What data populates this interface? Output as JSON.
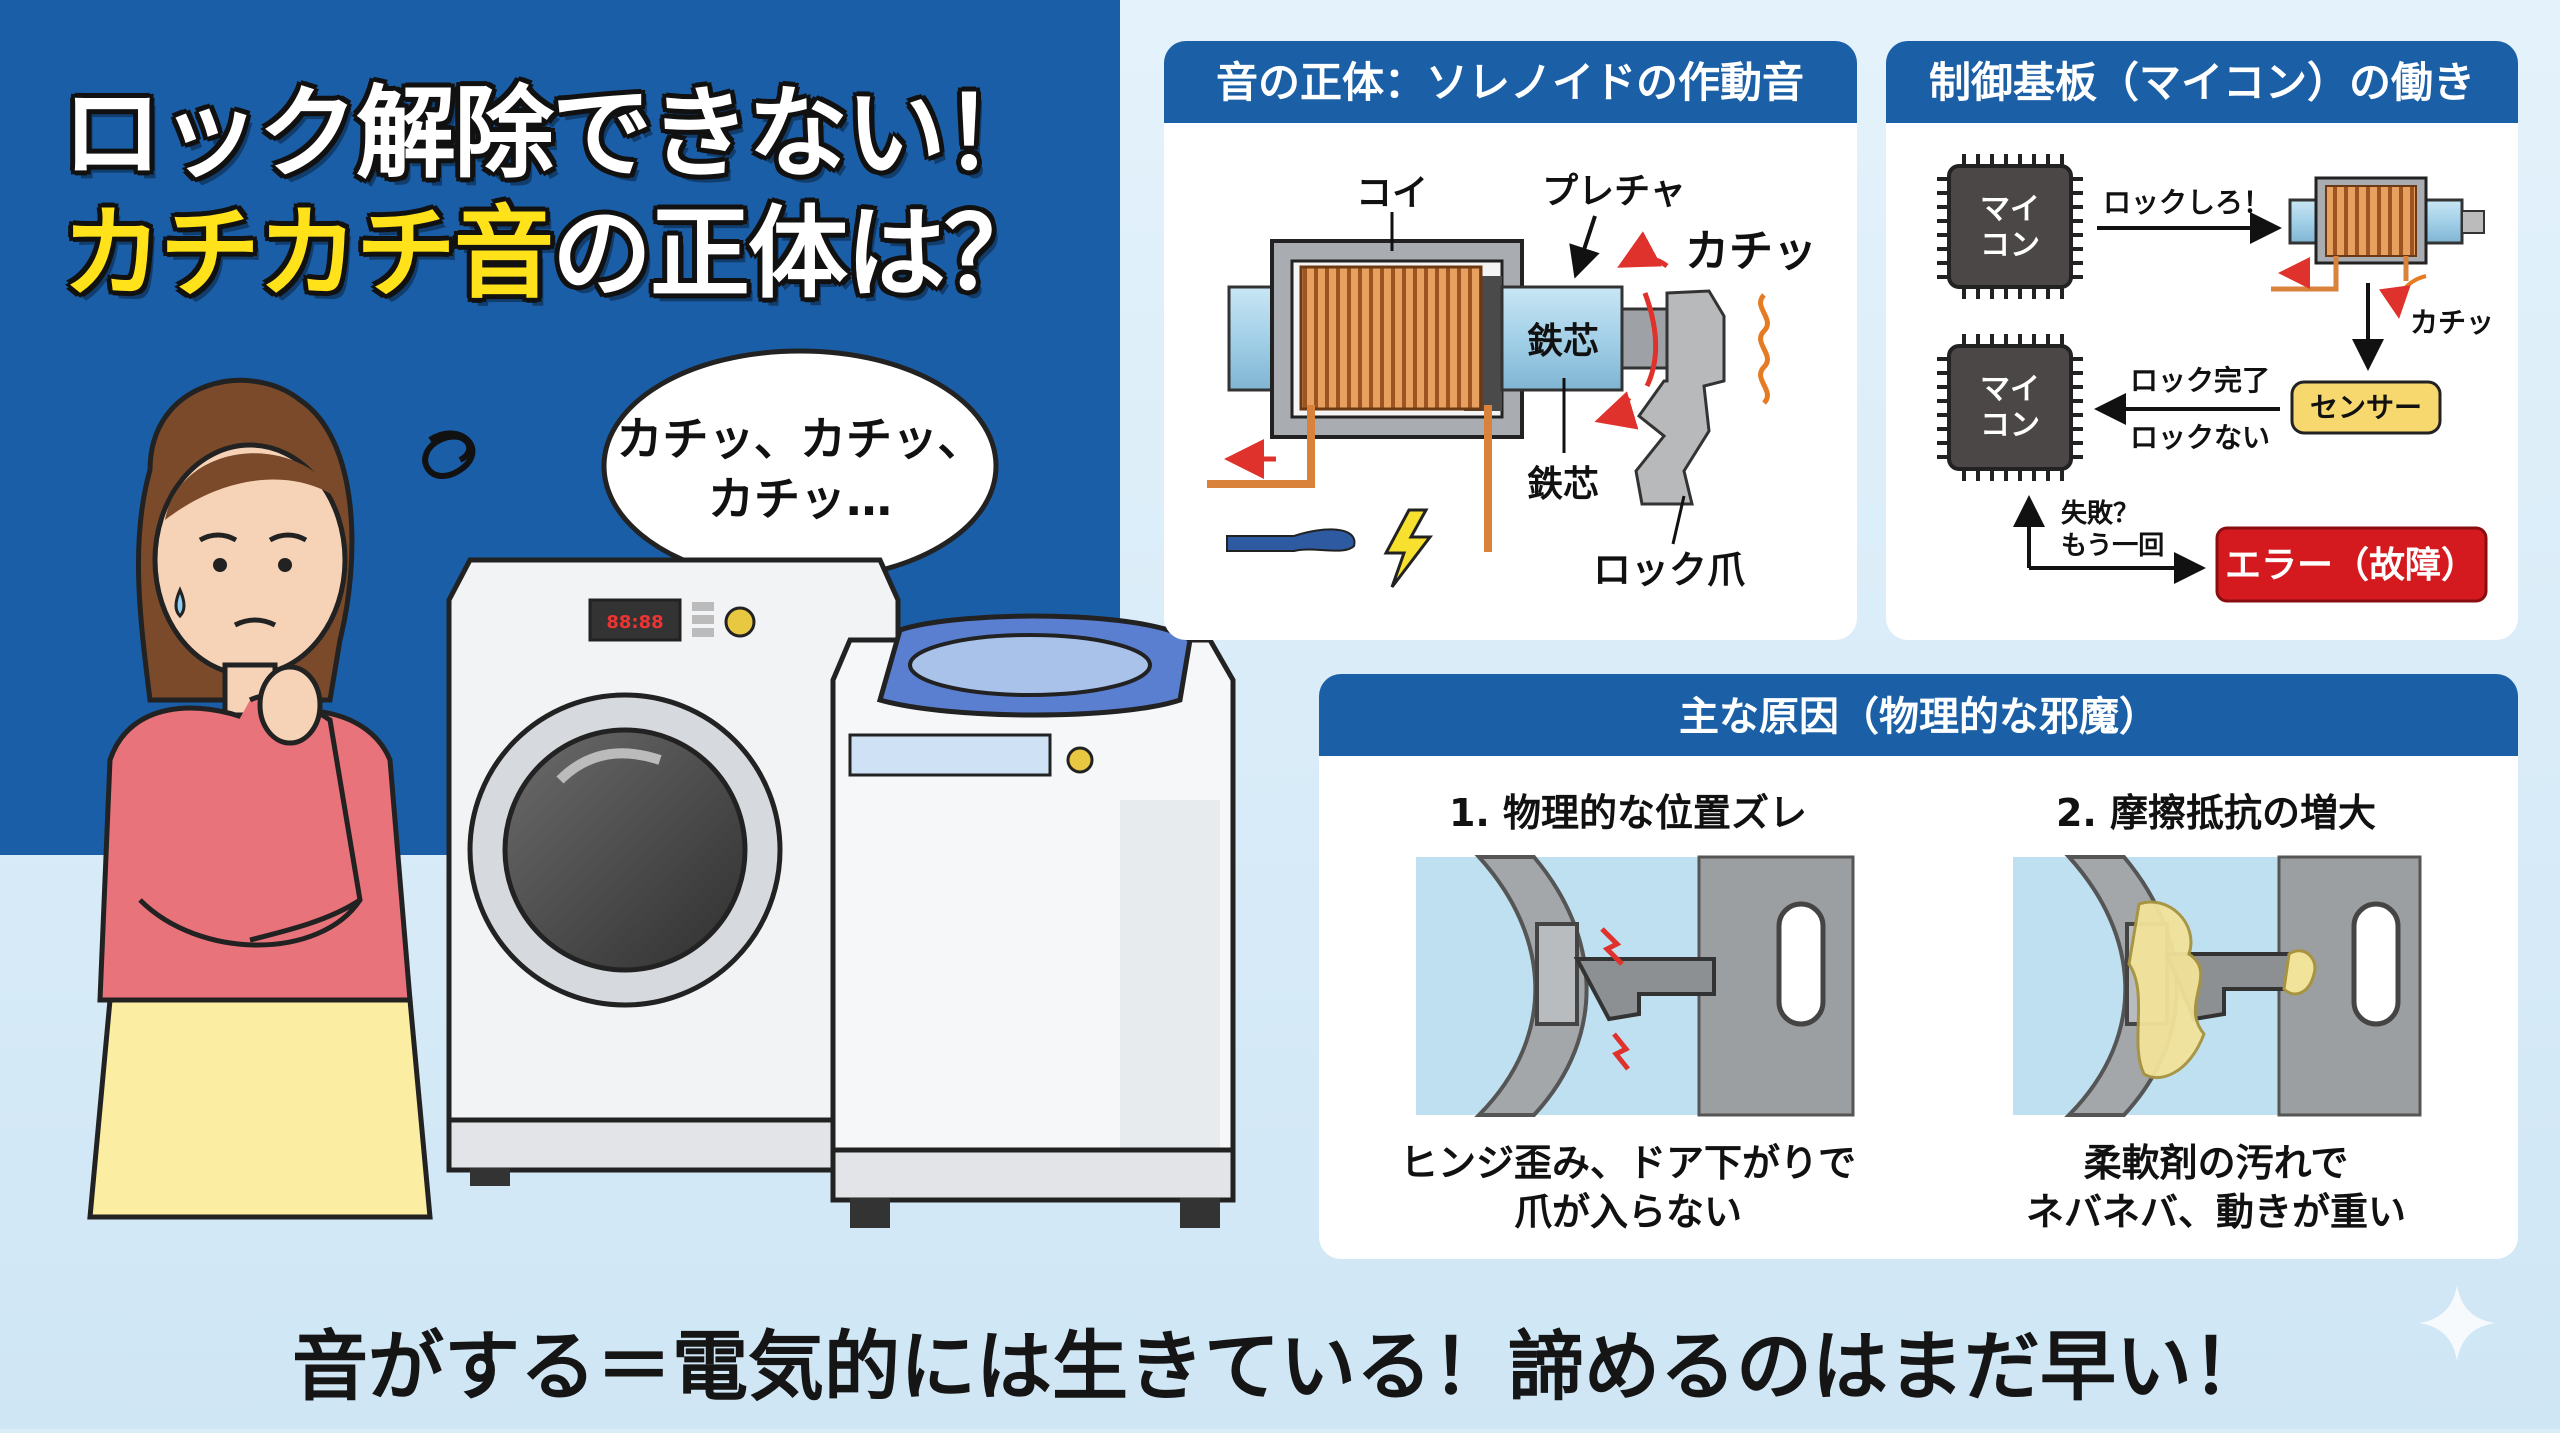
{
  "colors": {
    "header_blue": "#1b5fa6",
    "left_bg_blue": "#1b5ea8",
    "page_bg": "#d9ecf8",
    "highlight_yellow": "#ffe21a",
    "sensor_yellow": "#f6d86e",
    "error_red": "#d51a1f",
    "coil_copper": "#d9823b",
    "core_blue": "#a9d4ea"
  },
  "headline": {
    "line1": "ロック解除できない！",
    "line2_highlight": "カチカチ音",
    "line2_rest": "の正体は？"
  },
  "speech_bubble": {
    "line1": "カチッ、カチッ、",
    "line2": "カチッ…"
  },
  "solenoid_panel": {
    "title": "音の正体：ソレノイドの作動音",
    "labels": {
      "coil": "コイ",
      "plunger": "プレチャ",
      "click": "カチッ",
      "core_inner": "鉄芯",
      "core_outer": "鉄芯",
      "lock_claw": "ロック爪"
    },
    "icons": [
      "lightning-icon",
      "wire-icon",
      "sound-wave-icon"
    ]
  },
  "control_panel": {
    "title": "制御基板（マイコン）の働き",
    "chip_label_line1": "マイ",
    "chip_label_line2": "コン",
    "command": "ロックしろ！",
    "click": "カチッ",
    "sensor": "センサー",
    "lock_done": "ロック完了",
    "lock_fail": "ロックない",
    "retry_line1": "失敗？",
    "retry_line2": "もう一回",
    "error": "エラー（故障）"
  },
  "causes_panel": {
    "title": "主な原因（物理的な邪魔）",
    "causes": [
      {
        "heading": "1. 物理的な位置ズレ",
        "caption_line1": "ヒンジ歪み、ドア下がりで",
        "caption_line2": "爪が入らない"
      },
      {
        "heading": "2. 摩擦抵抗の増大",
        "caption_line1": "柔軟剤の汚れで",
        "caption_line2": "ネバネバ、動きが重い"
      }
    ]
  },
  "bottom_message": "音がする＝電気的には生きている！諦めるのはまだ早い！"
}
